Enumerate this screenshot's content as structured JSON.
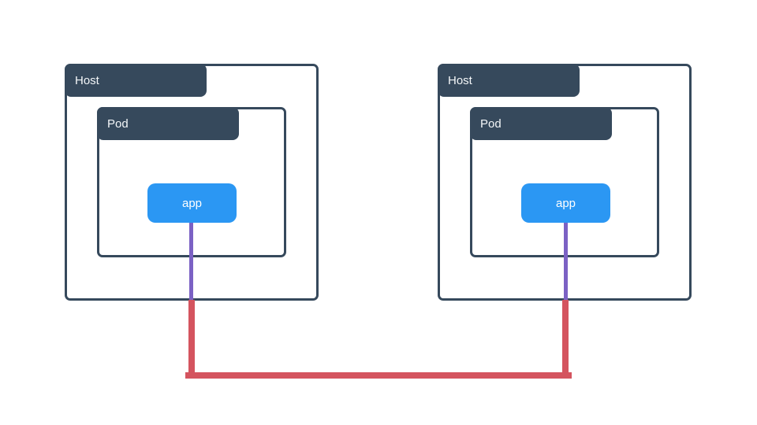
{
  "diagram": {
    "colors": {
      "background": "#ffffff",
      "container_border": "#36495c",
      "label_bg": "#36495c",
      "label_text": "#f3f6f8",
      "app_bg": "#2b97f3",
      "app_text": "#ffffff",
      "inside_host_link": "#7b61c4",
      "outside_host_link": "#d4545f"
    },
    "hosts": [
      {
        "label": "Host",
        "pod": {
          "label": "Pod",
          "app": {
            "label": "app"
          }
        }
      },
      {
        "label": "Host",
        "pod": {
          "label": "Pod",
          "app": {
            "label": "app"
          }
        }
      }
    ],
    "links": [
      {
        "type": "app-to-app",
        "from": "hosts.0.pod.app",
        "to": "hosts.1.pod.app",
        "inside_host_color": "#7b61c4",
        "outside_host_color": "#d4545f"
      }
    ]
  }
}
